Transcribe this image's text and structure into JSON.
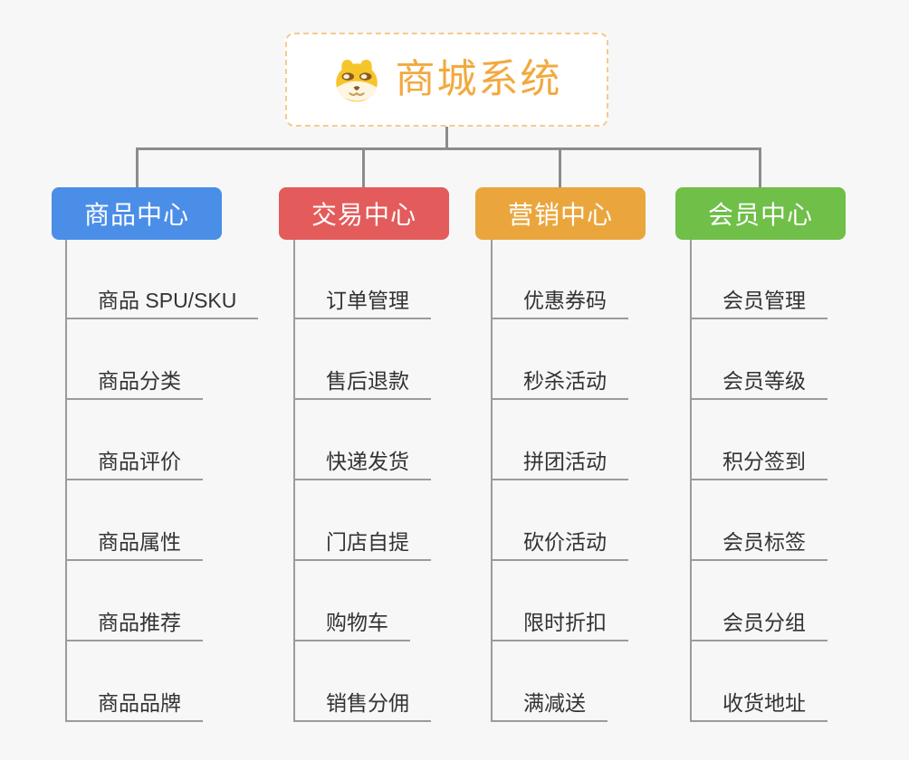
{
  "page": {
    "background": "#F7F7F7",
    "connector_color": "#8C8C8C"
  },
  "root": {
    "title": "商城系统",
    "icon": "dog-icon",
    "text_color": "#F2A93F",
    "border_color": "#F5CB8E"
  },
  "branches": [
    {
      "label": "商品中心",
      "color": "#4A8EE8",
      "items": [
        "商品 SPU/SKU",
        "商品分类",
        "商品评价",
        "商品属性",
        "商品推荐",
        "商品品牌"
      ]
    },
    {
      "label": "交易中心",
      "color": "#E45B5B",
      "items": [
        "订单管理",
        "售后退款",
        "快递发货",
        "门店自提",
        "购物车",
        "销售分佣"
      ]
    },
    {
      "label": "营销中心",
      "color": "#EAA63C",
      "items": [
        "优惠券码",
        "秒杀活动",
        "拼团活动",
        "砍价活动",
        "限时折扣",
        "满减送"
      ]
    },
    {
      "label": "会员中心",
      "color": "#6FBF48",
      "items": [
        "会员管理",
        "会员等级",
        "积分签到",
        "会员标签",
        "会员分组",
        "收货地址"
      ]
    }
  ]
}
